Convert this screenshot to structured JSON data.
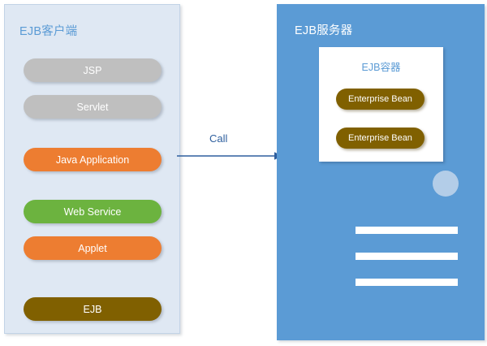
{
  "diagram": {
    "title": "EJB architecture diagram",
    "colors": {
      "client_panel_bg": "#dfe8f3",
      "client_panel_border": "#c2d3e6",
      "server_panel_bg": "#5b9bd5",
      "title_blue": "#5b9bd5",
      "arrow_blue": "#2e5f9e",
      "pill_gray": "#bfbfbf",
      "pill_orange": "#ed7d31",
      "pill_green": "#6cb33f",
      "pill_olive": "#806000",
      "circle_light_blue": "#b3cde8",
      "white": "#ffffff"
    }
  },
  "client": {
    "title": "EJB客户端",
    "items": [
      {
        "label": "JSP",
        "color": "gray"
      },
      {
        "label": "Servlet",
        "color": "gray"
      },
      {
        "label": "Java Application",
        "color": "orange"
      },
      {
        "label": "Web Service",
        "color": "green"
      },
      {
        "label": "Applet",
        "color": "orange"
      },
      {
        "label": "EJB",
        "color": "olive"
      }
    ]
  },
  "connector": {
    "label": "Call",
    "direction": "client-to-server"
  },
  "server": {
    "title": "EJB服务器",
    "container": {
      "title": "EJB容器",
      "beans": [
        {
          "label": "Enterprise Bean"
        },
        {
          "label": "Enterprise Bean"
        }
      ]
    },
    "decorations": {
      "circle": "circle-shape",
      "bars": [
        "bar-1",
        "bar-2",
        "bar-3"
      ]
    }
  }
}
